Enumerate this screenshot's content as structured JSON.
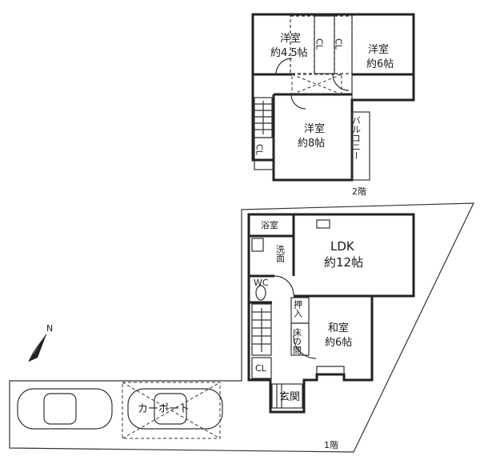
{
  "floor2": {
    "label": "2階",
    "rooms": {
      "west": {
        "name": "洋室",
        "size": "約4.5帖"
      },
      "east": {
        "name": "洋室",
        "size": "約6帖"
      },
      "main": {
        "name": "洋室",
        "size": "約8帖"
      }
    },
    "closets": [
      "CL",
      "CL",
      "CL"
    ],
    "balcony": "バルコニー"
  },
  "floor1": {
    "label": "1階",
    "ldk": {
      "name": "LDK",
      "size": "約12帖"
    },
    "washitsu": {
      "name": "和室",
      "size": "約6帖"
    },
    "bath": "浴室",
    "washroom": "洗面",
    "wc": "WC",
    "oshiire": "押入",
    "tokonoma": "床の間",
    "cl": "CL",
    "entrance": "玄関",
    "carport": "カーポート"
  },
  "compass": {
    "label": "N"
  }
}
